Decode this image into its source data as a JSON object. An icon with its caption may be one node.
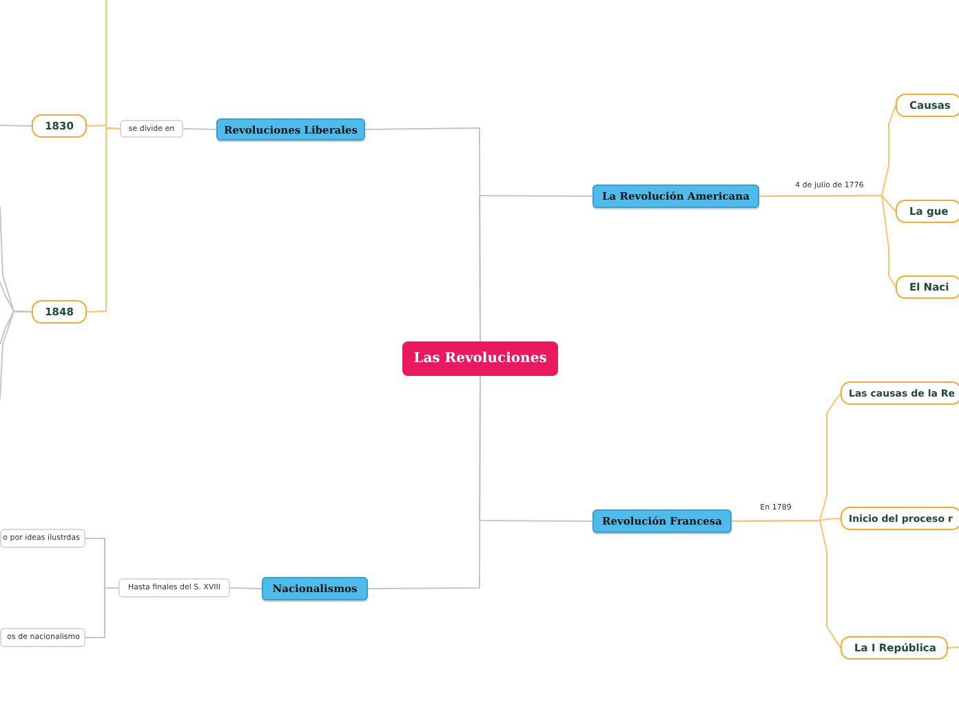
{
  "diagram": {
    "nodes": [
      {
        "text": [
          "Las Revoluciones"
        ]
      },
      {
        "text": [
          "Revoluciones Liberales"
        ]
      },
      {
        "text": [
          "La Revolución Americana"
        ]
      },
      {
        "text": [
          "Revolución Francesa"
        ]
      },
      {
        "text": [
          "Nacionalismos"
        ]
      },
      {
        "text": [
          "se divide en"
        ]
      },
      {
        "text": [
          "1830"
        ]
      },
      {
        "text": [
          "1848"
        ]
      },
      {
        "text": [
          "Hasta finales del S. XVIII"
        ]
      },
      {
        "text": [
          "o por ideas ilustrdas"
        ]
      },
      {
        "text": [
          "os de nacionalismo"
        ]
      },
      {
        "text": [
          "Causas"
        ]
      },
      {
        "text": [
          "La gue"
        ]
      },
      {
        "text": [
          "El Naci"
        ]
      },
      {
        "text": [
          "Las causas de la Re"
        ]
      },
      {
        "text": [
          "Inicio del proceso r"
        ]
      },
      {
        "text": [
          "La I República"
        ]
      }
    ],
    "edges": [
      {
        "from": 0,
        "to": 1,
        "arrow": "none"
      },
      {
        "from": 0,
        "to": 2,
        "arrow": "none"
      },
      {
        "from": 0,
        "to": 3,
        "arrow": "none"
      },
      {
        "from": 0,
        "to": 4,
        "arrow": "none"
      },
      {
        "from": 1,
        "to": 5,
        "arrow": "none"
      },
      {
        "from": 5,
        "to": 6,
        "arrow": "none",
        "color": "#ffc46b"
      },
      {
        "from": 5,
        "to": 7,
        "arrow": "none",
        "color": "#ffc46b"
      },
      {
        "from": 5,
        "to": null,
        "arrow": "none",
        "color": "#ffc46b"
      },
      {
        "from": 6,
        "to": null,
        "arrow": "none"
      },
      {
        "from": 7,
        "to": null,
        "arrow": "none"
      },
      {
        "from": 7,
        "to": null,
        "arrow": "none"
      },
      {
        "from": 7,
        "to": null,
        "arrow": "none"
      },
      {
        "from": 7,
        "to": null,
        "arrow": "none"
      },
      {
        "from": 4,
        "to": 8,
        "arrow": "none"
      },
      {
        "from": 8,
        "to": 9,
        "arrow": "none"
      },
      {
        "from": 8,
        "to": 10,
        "arrow": "none"
      },
      {
        "from": 2,
        "to": 11,
        "arrow": "none",
        "color": "#ffc46b",
        "label": "4 de julio de 1776"
      },
      {
        "from": 2,
        "to": 12,
        "arrow": "none",
        "color": "#ffc46b"
      },
      {
        "from": 2,
        "to": 13,
        "arrow": "none",
        "color": "#ffc46b"
      },
      {
        "from": 3,
        "to": 14,
        "arrow": "none",
        "color": "#ffc46b",
        "label": "En 1789"
      },
      {
        "from": 3,
        "to": 15,
        "arrow": "none",
        "color": "#ffc46b"
      },
      {
        "from": 3,
        "to": 16,
        "arrow": "none",
        "color": "#ffc46b"
      },
      {
        "from": 16,
        "to": null,
        "arrow": "none",
        "color": "#ffc46b"
      }
    ]
  }
}
